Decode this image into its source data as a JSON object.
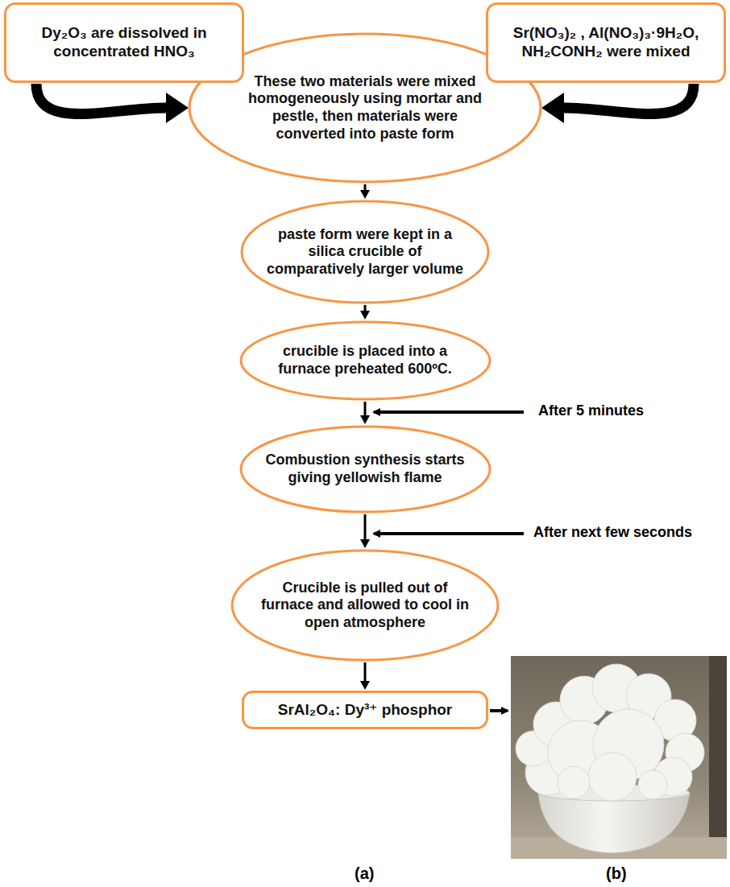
{
  "diagram": {
    "nodes": [
      {
        "text": [
          "Dy₂O₃  are dissolved in concentrated HNO₃"
        ]
      },
      {
        "text": [
          "Sr(NO₃)₂ , Al(NO₃)₃·9H₂O, NH₂CONH₂  were mixed"
        ]
      },
      {
        "text": [
          "These two materials were mixed homogeneously using mortar and pestle, then materials were converted into paste form"
        ]
      },
      {
        "text": [
          "paste form were kept in a silica crucible of comparatively larger volume"
        ]
      },
      {
        "text": [
          "crucible is placed into a furnace preheated 600ºC."
        ]
      },
      {
        "text": [
          "Combustion synthesis starts giving yellowish flame"
        ]
      },
      {
        "text": [
          "Crucible is pulled out of furnace and allowed to cool in open atmosphere"
        ]
      },
      {
        "text": [
          "SrAl₂O₄: Dy³⁺ phosphor"
        ]
      }
    ],
    "edges": [
      {
        "from": 0,
        "to": 2,
        "arrow": "to"
      },
      {
        "from": 1,
        "to": 2,
        "arrow": "to"
      },
      {
        "from": 2,
        "to": 3,
        "arrow": "to"
      },
      {
        "from": 3,
        "to": 4,
        "arrow": "to"
      },
      {
        "from": 4,
        "to": 5,
        "arrow": "to"
      },
      {
        "from": 5,
        "to": 6,
        "arrow": "to"
      },
      {
        "from": 6,
        "to": 7,
        "arrow": "to"
      }
    ],
    "labels": [
      "After 5 minutes",
      "After next few seconds",
      "(a)",
      "(b)"
    ]
  }
}
